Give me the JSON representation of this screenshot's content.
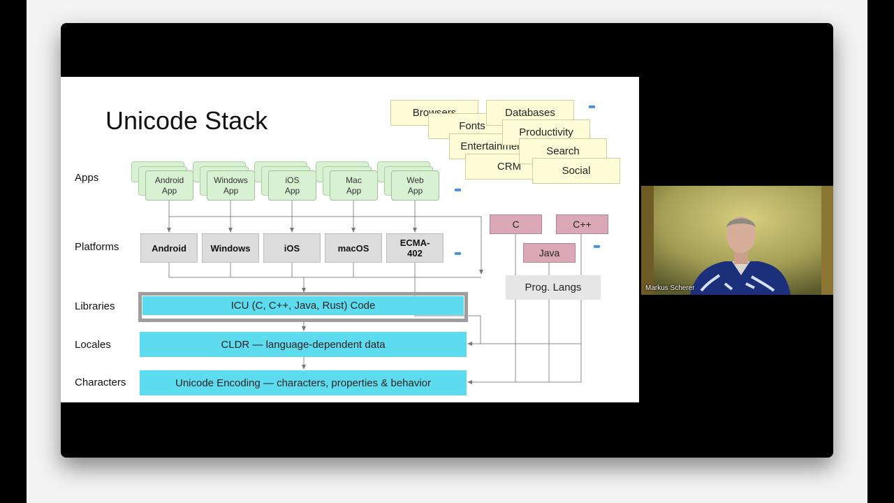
{
  "window": {
    "slide": {
      "title": "Unicode Stack",
      "row_labels": {
        "apps": "Apps",
        "platforms": "Platforms",
        "libraries": "Libraries",
        "locales": "Locales",
        "characters": "Characters"
      },
      "products": [
        "Browsers",
        "Databases",
        "Fonts",
        "Productivity",
        "Entertainment",
        "Search",
        "CRM",
        "Social"
      ],
      "apps": [
        {
          "line1": "Android",
          "line2": "App"
        },
        {
          "line1": "Windows",
          "line2": "App"
        },
        {
          "line1": "iOS",
          "line2": "App"
        },
        {
          "line1": "Mac",
          "line2": "App"
        },
        {
          "line1": "Web",
          "line2": "App"
        }
      ],
      "platforms": [
        {
          "line1": "Android",
          "line2": ""
        },
        {
          "line1": "Windows",
          "line2": ""
        },
        {
          "line1": "iOS",
          "line2": ""
        },
        {
          "line1": "macOS",
          "line2": ""
        },
        {
          "line1": "ECMA-",
          "line2": "402"
        }
      ],
      "languages": [
        "C",
        "C++",
        "Java"
      ],
      "prog_langs_label": "Prog. Langs",
      "libraries_box": "ICU (C, C++, Java, Rust) Code",
      "locales_box": "CLDR — language-dependent data",
      "characters_box": "Unicode Encoding — characters, properties & behavior",
      "more_indicator": "•••",
      "colors": {
        "product_box": "#fefdd8",
        "app_box": "#d9f1d3",
        "platform_box": "#dcdcdc",
        "language_box": "#dba8b8",
        "core_box": "#5ddcf0",
        "more_dots": "#4a90e2"
      }
    },
    "video": {
      "participant_name": "Markus Scherer"
    }
  }
}
